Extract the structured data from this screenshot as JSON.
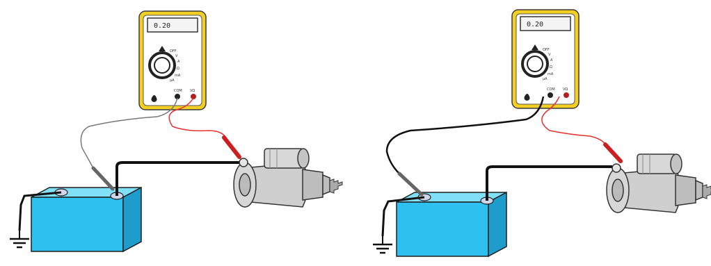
{
  "diagram": {
    "panels": [
      {
        "id": "left",
        "meter": {
          "display": "0.20"
        },
        "leads": {
          "black": "battery-negative-post",
          "red": "starter-terminal"
        }
      },
      {
        "id": "right",
        "meter": {
          "display": "0.20"
        },
        "leads": {
          "black": "battery-negative-post",
          "red": "starter-terminal"
        }
      }
    ],
    "colors": {
      "battery": "#2ec0ee",
      "battery_post": "#cfd6ea",
      "meter_case": "#f2cf22",
      "meter_face": "#ffffff",
      "starter": "#cfcfcf",
      "red_lead": "#e53030",
      "black_cable": "#111111",
      "gray_lead": "#777777"
    }
  }
}
